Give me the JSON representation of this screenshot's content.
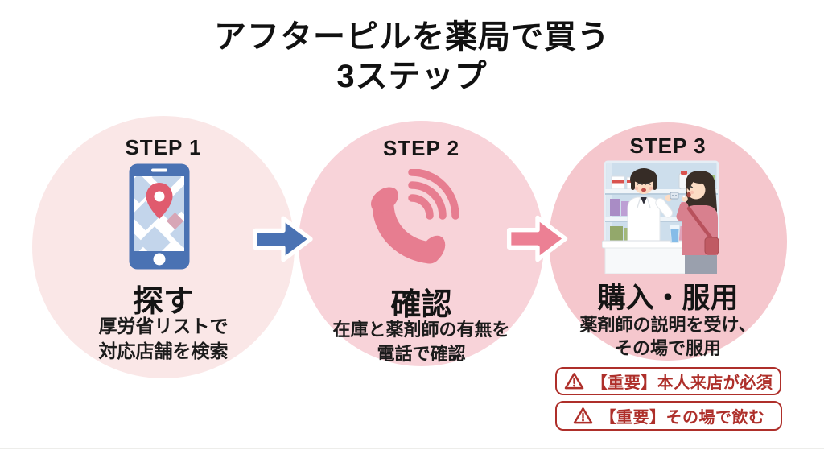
{
  "title": {
    "line1": "アフターピルを薬局で買う",
    "line2": "3ステップ"
  },
  "steps": [
    {
      "label": "STEP 1",
      "icon": "smartphone-map-icon",
      "heading": "探す",
      "desc_line1": "厚労省リストで",
      "desc_line2": "対応店舗を検索"
    },
    {
      "label": "STEP 2",
      "icon": "phone-call-icon",
      "heading": "確認",
      "desc_line1": "在庫と薬剤師の有無を",
      "desc_line2": "電話で確認"
    },
    {
      "label": "STEP 3",
      "icon": "pharmacy-counter-illustration",
      "heading": "購入・服用",
      "desc_line1": "薬剤師の説明を受け、",
      "desc_line2": "その場で服用"
    }
  ],
  "warnings": [
    {
      "icon": "warning-triangle-icon",
      "text": "【重要】本人来店が必須"
    },
    {
      "icon": "warning-triangle-icon",
      "text": "【重要】その場で飲む"
    }
  ],
  "colors": {
    "circle1_bg": "#fae7e7",
    "circle2_bg": "#f8d3d9",
    "circle3_bg": "#f5c7cd",
    "arrow1_blue": "#4a72b3",
    "arrow2_pink": "#ec8094",
    "phone_icon_pink": "#e77d90",
    "smartphone_blue": "#4a72b3",
    "map_pin_red": "#e05b6e",
    "warning_red": "#ae2f2a"
  }
}
